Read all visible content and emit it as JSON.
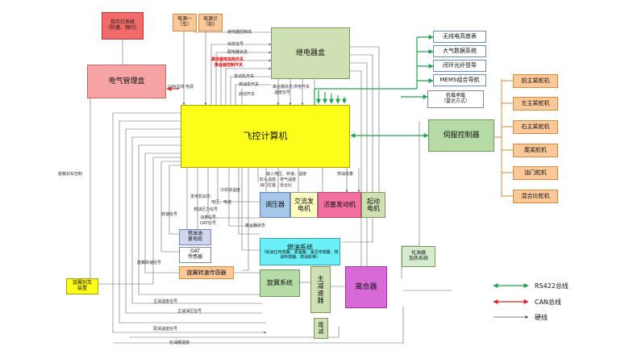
{
  "boxes": {
    "indicator_lights": "指示灯系统\n（防撞、频闪）",
    "power_supply_a": "电源一\n（车）",
    "power_supply_b": "电源计\n（前）",
    "relay_box": "继电器盒",
    "electrical_management_box": "电气管理盒",
    "flight_computer": "飞控计算机",
    "servo_controller": "伺服控制器",
    "wireless_altimeter": "无线电高度表",
    "air_data_system": "大气数据系统",
    "fog_navigation": "闭环光纤惯导",
    "mems_navigation": "MEMS组合导航",
    "airborne_datalink": "机载承载\n（雷达方式）",
    "front_main_servo": "前主桨舵机",
    "left_main_servo": "左主桨舵机",
    "right_main_servo": "右主桨舵机",
    "tail_rotor_servo": "尾桨舵机",
    "throttle_servo": "油门舵机",
    "mixture_servo": "混合比舵机",
    "voltage_regulator": "调压器",
    "ac_generator": "交流发\n电机",
    "piston_engine": "活塞发动机",
    "starter_motor": "起动\n电机",
    "fuel_level_sensor": "燃油油\n量电缆",
    "oat_sensor": "OAT\n传感器",
    "fuel_system": "燃油系统",
    "fuel_system_detail": "（低油位传感器、液温器、油压传感器、燃油传感器、燃油泵等）",
    "rotor_speed_sensor": "旋翼转速传感器",
    "rotor_system": "旋翼系统",
    "main_reducer": "主\n减\n速\n器",
    "clutch": "离合器",
    "tail_reducer": "尾\n减",
    "carb_heater": "化油器\n加热系统",
    "rotor_brake": "旋翼刹车\n装置"
  },
  "wire_labels": {
    "l1": "继电器控制线",
    "l2": "状态信号",
    "l3": "高低继电加热开关",
    "l4": "离合器控制开关",
    "l5": "配电器状态",
    "l6": "发动机开关",
    "l7": "燃油泵开关",
    "l8": "CAN总线",
    "l9": "电源",
    "l10": "启动开关",
    "l11": "离合器状态",
    "l12": "供电开关",
    "l13": "温度信号",
    "l14": "发电机状态",
    "l15": "冷却液温度",
    "l16": "电压、电流",
    "l17": "转速信号",
    "l18": "燃油压力信号",
    "l19": "油量信号",
    "l20": "OAT信号",
    "l21": "旋翼转速信号",
    "l22": "离合器状态",
    "l23": "旋翼刹车控制",
    "l24": "主减温度信号",
    "l25": "主减油压信号",
    "l26": "尾减温度信号",
    "l27": "化油器温度",
    "l28": "输入电压、转速、温度",
    "l29": "缸头温度、排气温度",
    "l30": "油门位置、混合比",
    "l31": "燃油流量"
  },
  "legend": {
    "rs422": "RS422总线",
    "can": "CAN总线",
    "hardwire": "硬线"
  },
  "colors": {
    "green_bus": "#1aa64a",
    "red_bus": "#e02020",
    "wire": "#666666",
    "orange_box": "#fbc89a",
    "orange_border": "#d98a3a"
  }
}
